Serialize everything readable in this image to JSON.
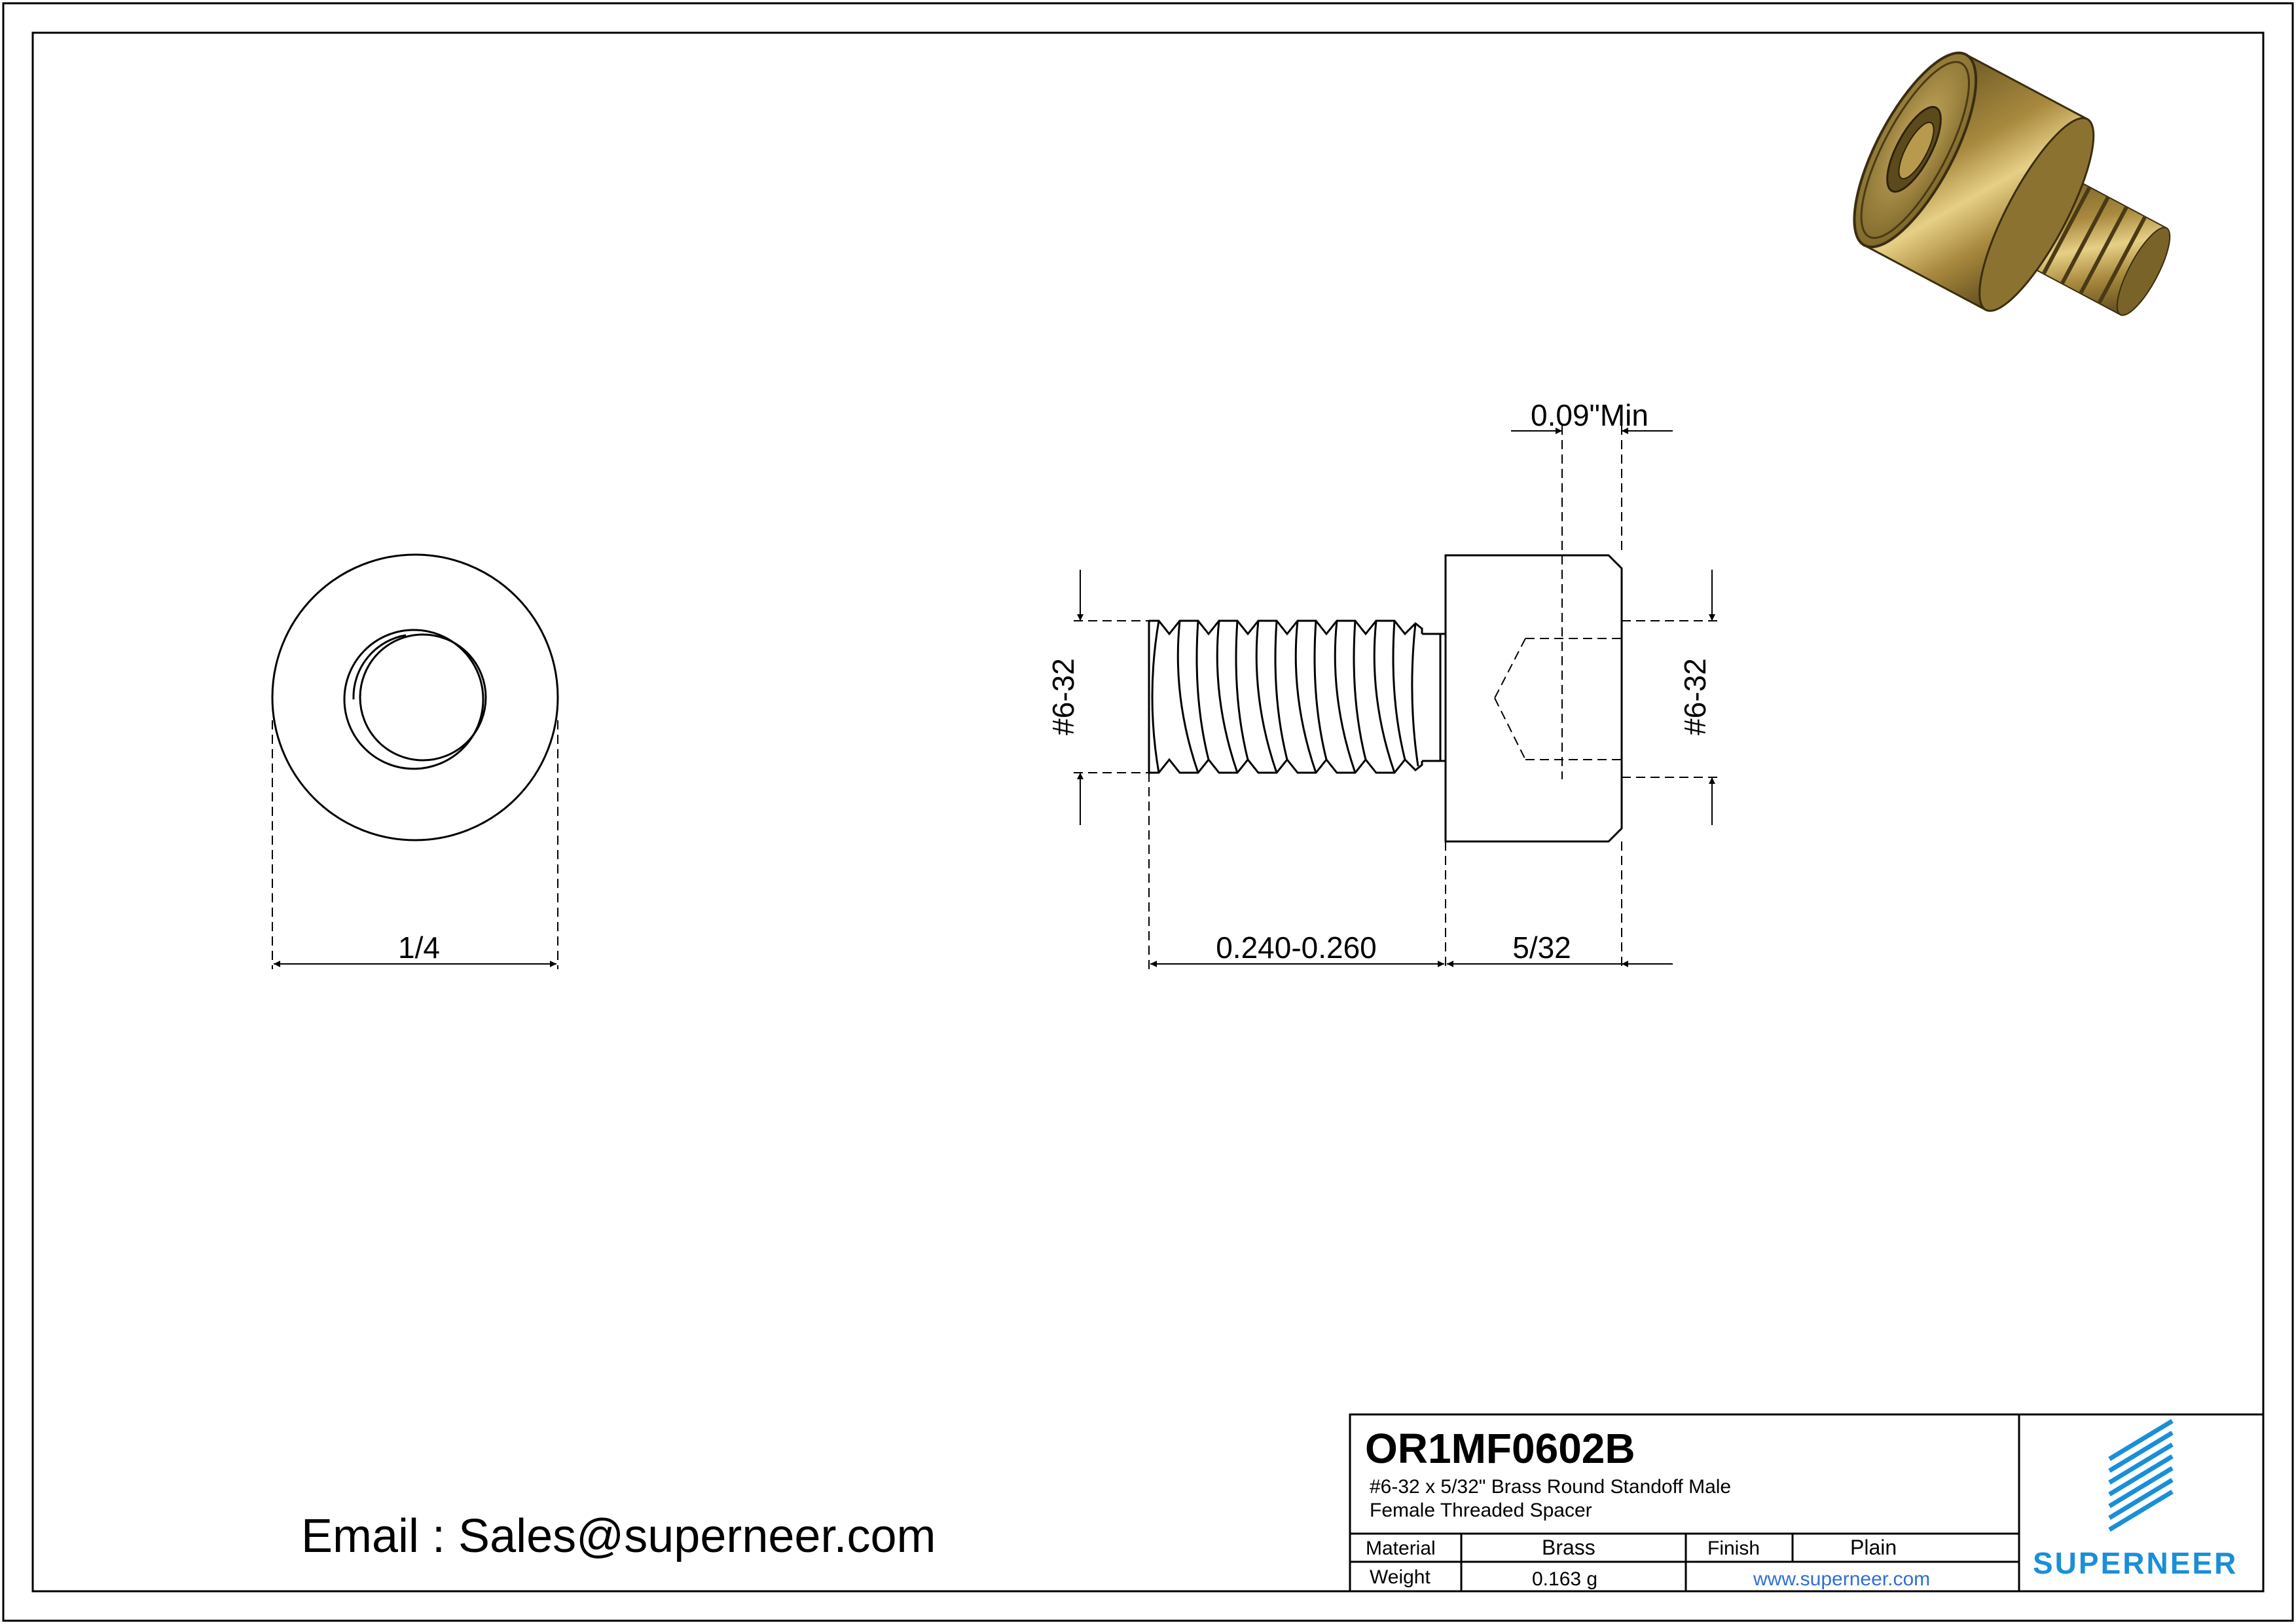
{
  "drawing": {
    "dimensions": {
      "outer_diameter": "1/4",
      "thread_size_left": "#6-32",
      "thread_size_right": "#6-32",
      "thread_depth": "0.09\"Min",
      "male_length": "0.240-0.260",
      "body_length": "5/32"
    }
  },
  "contact": {
    "email": "Email : Sales@superneer.com"
  },
  "title_block": {
    "part_number": "OR1MF0602B",
    "description_line1": "#6-32 x 5/32\"  Brass Round Standoff Male",
    "description_line2": "Female Threaded Spacer",
    "material_label": "Material",
    "material_value": "Brass",
    "finish_label": "Finish",
    "finish_value": "Plain",
    "weight_label": "Weight",
    "weight_value": "0.163 g",
    "website": "www.superneer.com",
    "brand": "SUPERNEER",
    "brand_color": "#1a8fd8"
  },
  "render": {
    "body_color": "#a8893e",
    "highlight_color": "#e6cf86",
    "shadow_color": "#5e4a1c"
  }
}
